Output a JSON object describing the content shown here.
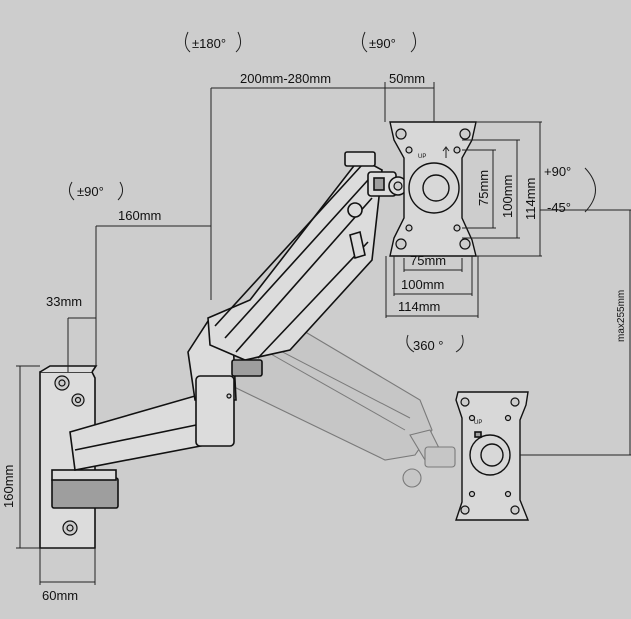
{
  "rotations": {
    "arm_swivel": "±180°",
    "head_swivel": "±90°",
    "wall_swivel": "±90°",
    "tilt_up": "+90°",
    "tilt_down": "-45°",
    "rotation": "360 °"
  },
  "dimensions": {
    "arm_length": "200mm-280mm",
    "head_offset": "50mm",
    "lower_arm": "160mm",
    "wall_offset": "33mm",
    "plate_height": "160mm",
    "plate_width": "60mm",
    "height_range": "max255mm"
  },
  "vesa": {
    "h75": "75mm",
    "h100": "100mm",
    "h114": "114mm",
    "v75": "75mm",
    "v100": "100mm",
    "v114": "114mm"
  },
  "plate_marks": {
    "up": "UP"
  }
}
